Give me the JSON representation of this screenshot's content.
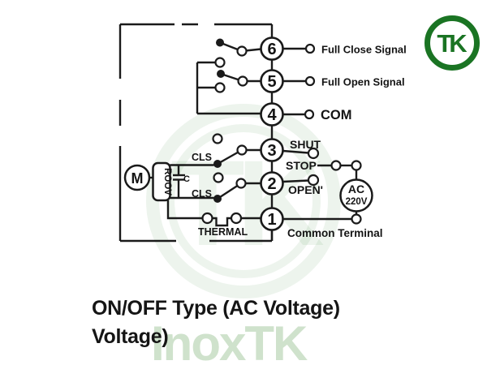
{
  "header_logo": {
    "text": "TK",
    "ring_color": "#1a7423"
  },
  "center_watermark": {
    "text": "TK"
  },
  "bottom_watermark": {
    "text": "InoxTK",
    "color": "#cfe2cc"
  },
  "caption": {
    "line1": "ON/OFF Type (AC Voltage)",
    "line2": "Voltage)"
  },
  "diagram": {
    "terminals": [
      {
        "num": "6",
        "signal": "Full Close Signal"
      },
      {
        "num": "5",
        "signal": "Full Open Signal"
      },
      {
        "num": "4",
        "signal": "COM"
      },
      {
        "num": "3",
        "signal": "SHUT"
      },
      {
        "num": "2",
        "signal": "OPEN'"
      },
      {
        "num": "1",
        "signal": "Common Terminal"
      }
    ],
    "switch_labels": {
      "stop": "STOP",
      "cls_top": "CLS",
      "cls_bottom": "CLS",
      "thermal": "THERMAL"
    },
    "motor": {
      "symbol": "M",
      "winding": "ROOV",
      "capacitor": "C"
    },
    "power": {
      "line1": "AC",
      "line2": "220V"
    }
  }
}
